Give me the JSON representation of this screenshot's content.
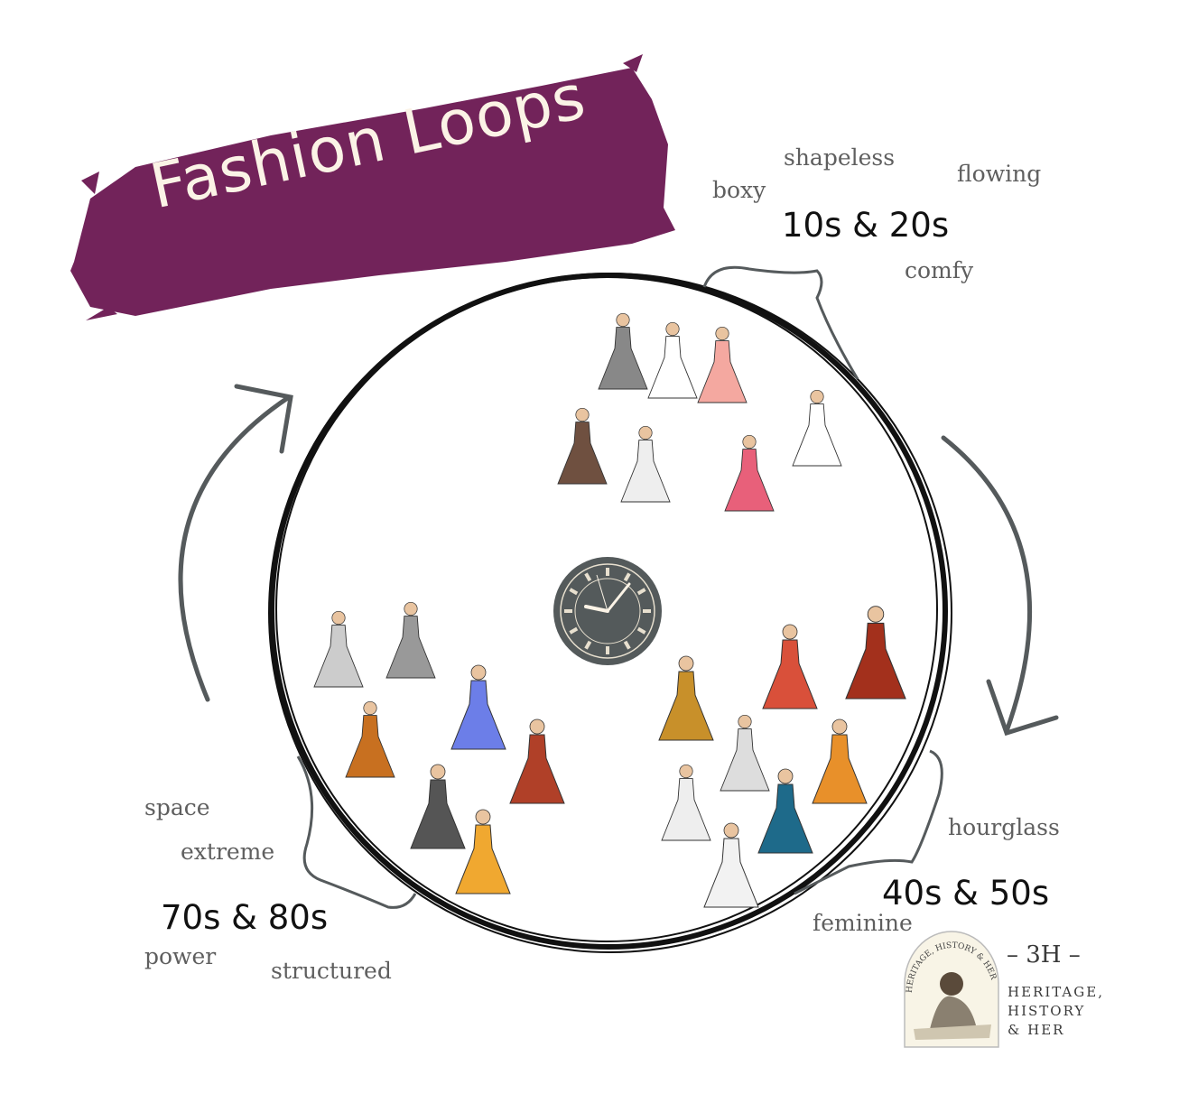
{
  "title": "Fashion Loops",
  "colors": {
    "banner": "#72235a",
    "title_text": "#fbf3e6",
    "arrow": "#555a5c",
    "clock": "#545a5b"
  },
  "eras": [
    {
      "label": "10s & 20s",
      "words": [
        "shapeless",
        "boxy",
        "flowing",
        "comfy"
      ]
    },
    {
      "label": "40s & 50s",
      "words": [
        "hourglass",
        "feminine"
      ]
    },
    {
      "label": "70s & 80s",
      "words": [
        "space",
        "extreme",
        "power",
        "structured"
      ]
    }
  ],
  "logo": {
    "arc_text": "HERITAGE, HISTORY & HER",
    "mark": "– 3H –",
    "lines": [
      "HERITAGE,",
      "HISTORY",
      "& HER"
    ]
  }
}
